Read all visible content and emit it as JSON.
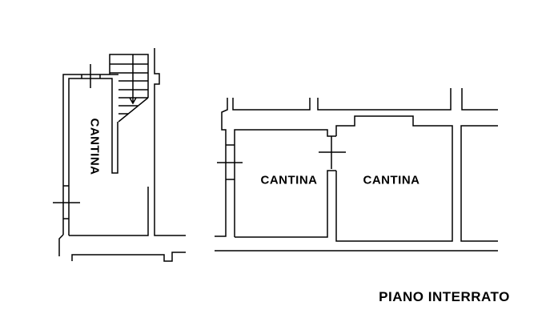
{
  "rooms": [
    {
      "label": "CANTINA"
    },
    {
      "label": "CANTINA"
    },
    {
      "label": "CANTINA"
    }
  ],
  "title": "PIANO INTERRATO"
}
